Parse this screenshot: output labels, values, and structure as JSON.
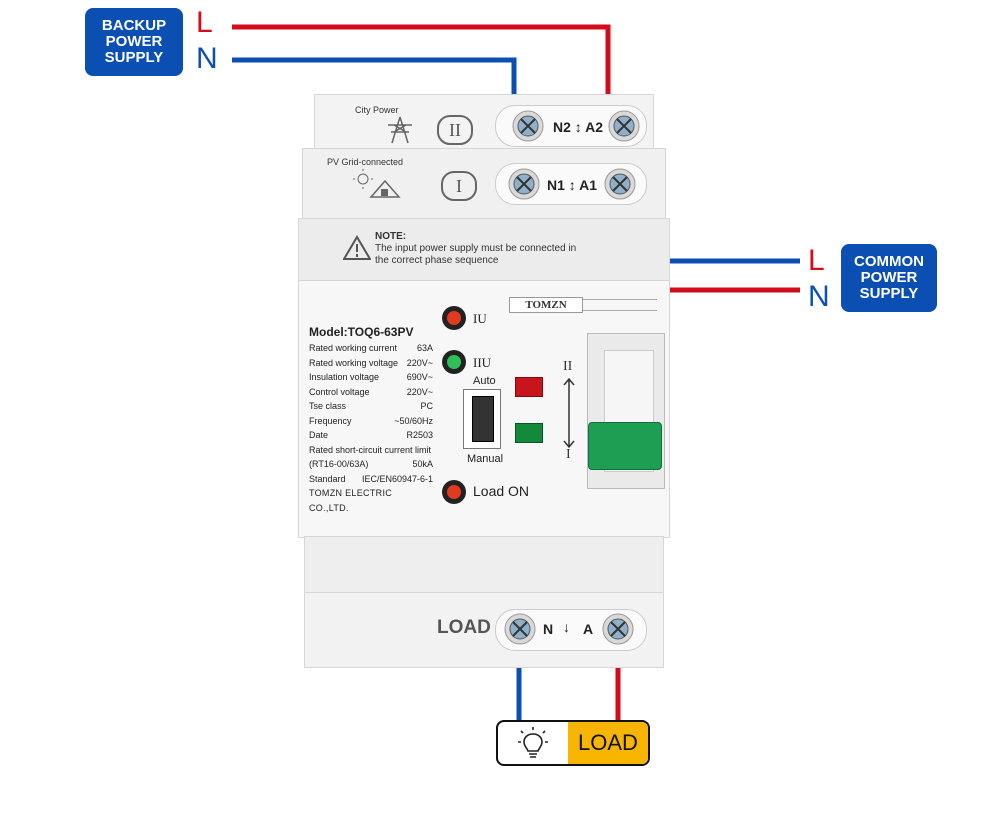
{
  "backup_supply": {
    "label_lines": [
      "BACKUP",
      "POWER",
      "SUPPLY"
    ],
    "l": "L",
    "n": "N"
  },
  "common_supply": {
    "label_lines": [
      "COMMON",
      "POWER",
      "SUPPLY"
    ],
    "l": "L",
    "n": "N"
  },
  "top_module": {
    "icon_caption": "City Power",
    "prefix_glyph": "II",
    "terminal_label": "N2",
    "terminal_label_b": "A2"
  },
  "mid_module": {
    "icon_caption": "PV Grid-connected",
    "prefix_glyph": "I",
    "terminal_label": "N1",
    "terminal_label_b": "A1"
  },
  "note": {
    "title": "NOTE:",
    "line1": "The input power supply must be connected in",
    "line2": "the correct phase sequence"
  },
  "brand": "TOMZN",
  "specs": {
    "model": "Model:TOQ6-63PV",
    "rows": [
      {
        "k": "Rated working current",
        "v": "63A"
      },
      {
        "k": "Rated working voltage",
        "v": "220V~"
      },
      {
        "k": "Insulation voltage",
        "v": "690V~"
      },
      {
        "k": "Control voltage",
        "v": "220V~"
      },
      {
        "k": "Tse class",
        "v": "PC"
      },
      {
        "k": "Frequency",
        "v": "~50/60Hz"
      },
      {
        "k": "Date",
        "v": "R2503"
      }
    ],
    "limit_title": "Rated short-circuit current limit",
    "limit_k": "(RT16-00/63A)",
    "limit_v": "50kA",
    "standard_k": "Standard",
    "standard_v": "IEC/EN60947-6-1",
    "company": "TOMZN ELECTRIC CO.,LTD."
  },
  "indicators": {
    "iu": "IU",
    "iiu": "IIU",
    "load_on": "Load ON",
    "auto": "Auto",
    "manual": "Manual"
  },
  "lever": {
    "top": "II",
    "bottom": "I"
  },
  "load_module": {
    "label": "LOAD",
    "n": "N",
    "a": "A"
  },
  "load_box": {
    "label": "LOAD"
  },
  "colors": {
    "live": "#d40b1a",
    "neutral": "#0b4fb3",
    "badge": "#0b4fb3",
    "load_yellow": "#f7b500",
    "switch_green": "#1e9e53"
  }
}
